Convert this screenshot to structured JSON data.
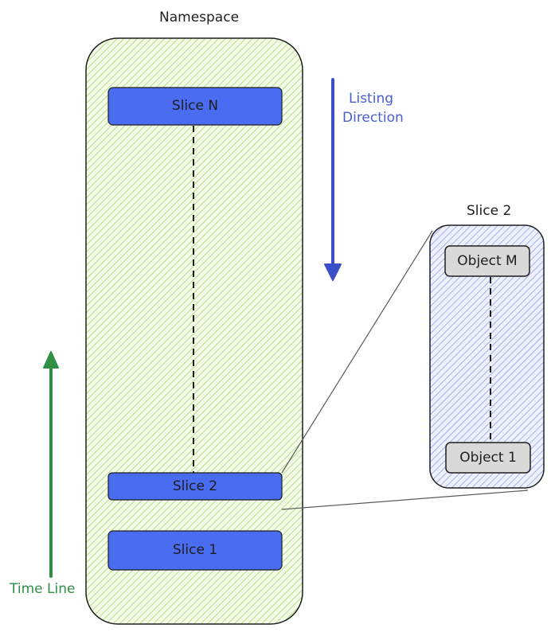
{
  "namespace": {
    "title": "Namespace",
    "slices": [
      {
        "label": "Slice N"
      },
      {
        "label": "Slice 2"
      },
      {
        "label": "Slice 1"
      }
    ]
  },
  "detail": {
    "title": "Slice 2",
    "objects": [
      {
        "label": "Object M"
      },
      {
        "label": "Object 1"
      }
    ]
  },
  "listing_direction": {
    "line1": "Listing",
    "line2": "Direction"
  },
  "time_line": {
    "label": "Time Line"
  },
  "colors": {
    "namespace_fill": "#b2e27a",
    "namespace_stroke": "#1e1e1e",
    "slice_fill": "#4a6cf0",
    "detail_fill": "#a5b6f5",
    "object_fill": "#d9d9d9",
    "listing_arrow": "#3a4fc8",
    "timeline_arrow": "#2f8f46"
  }
}
